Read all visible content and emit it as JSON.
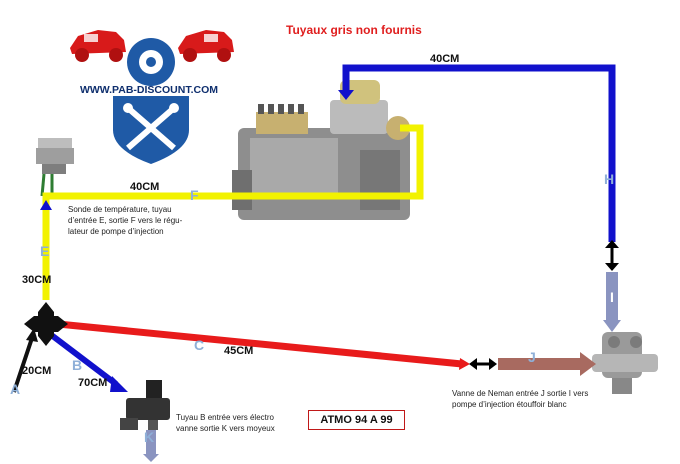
{
  "title": "Tuyaux gris non fournis",
  "logo": {
    "url": "WWW.PAB-DISCOUNT.COM"
  },
  "model_label": "ATMO 94 A 99",
  "tube_letters": {
    "a": "A",
    "b": "B",
    "c": "C",
    "e": "E",
    "f": "F",
    "h": "H",
    "i": "I",
    "j": "J",
    "k": "K"
  },
  "lengths": {
    "len_40_top": "40CM",
    "len_40_f": "40CM",
    "len_30_e": "30CM",
    "len_20_a": "20CM",
    "len_70_b": "70CM",
    "len_45_c": "45CM"
  },
  "notes": {
    "sensor": [
      "Sonde de température, tuyau",
      "d’entrée E, sortie F vers le régu-",
      "lateur de pompe d’injection"
    ],
    "valve_b": [
      "Tuyau B entrée vers électro",
      "vanne sortie K vers moyeux"
    ],
    "neman": [
      "Vanne de Neman entrée J sortie I vers",
      "pompe d’injection étouffoir blanc"
    ]
  },
  "colors": {
    "yellow": "#f2f200",
    "blue": "#1111cc",
    "red": "#e81b1b",
    "title_red": "#e01e1e",
    "logo_blue": "#1f5aa6",
    "gray_tube": "#8a94c0",
    "brown_tube": "#a86a60"
  }
}
